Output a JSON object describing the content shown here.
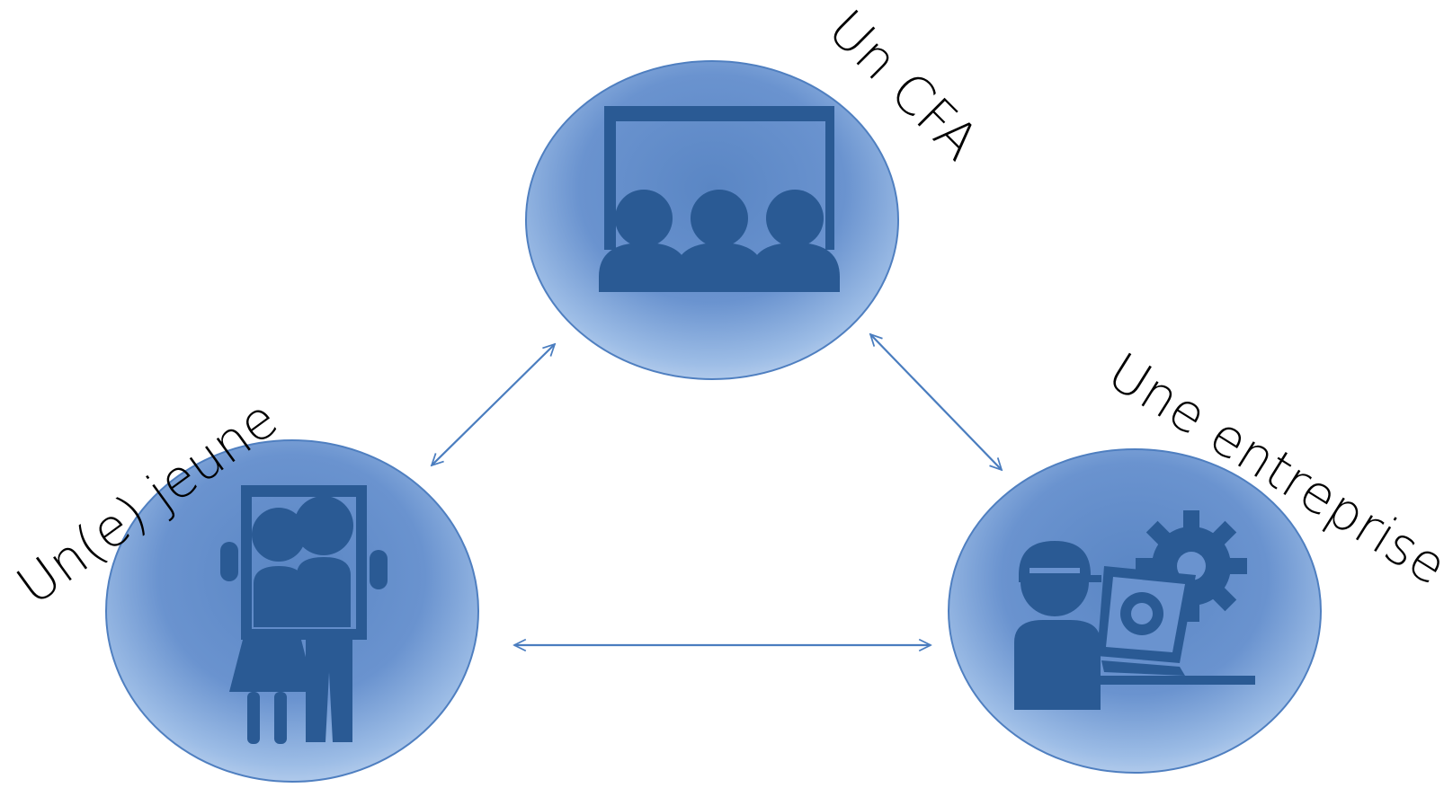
{
  "nodes": {
    "cfa": {
      "label": "Un CFA",
      "icon": "classroom-audience-icon"
    },
    "jeune": {
      "label": "Un(e) jeune",
      "icon": "couple-with-frame-icon"
    },
    "entreprise": {
      "label": "Une entreprise",
      "icon": "worker-laptop-gear-icon"
    }
  },
  "colors": {
    "circle_light": "#9fbde6",
    "circle_mid": "#6f96d0",
    "circle_dark": "#5b86c4",
    "circle_stroke": "#4f7fc0",
    "icon": "#2a5a94",
    "arrow": "#4a7dbf"
  }
}
